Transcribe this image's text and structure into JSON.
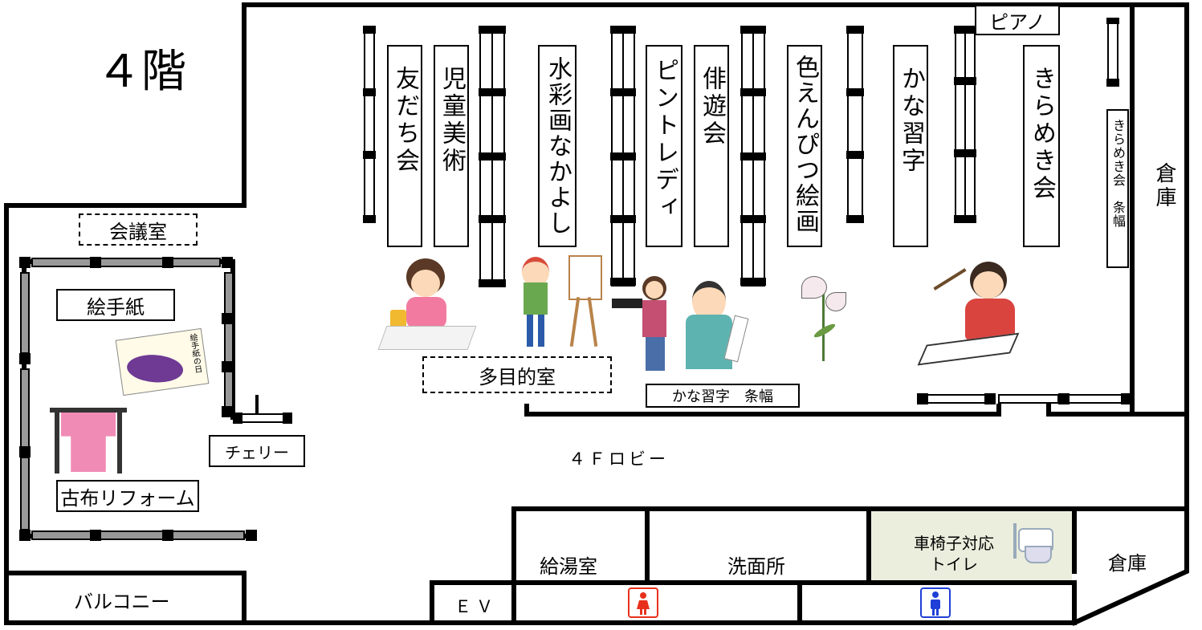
{
  "floor_title": "４階",
  "rooms": {
    "meeting_room": "会議室",
    "multipurpose_room": "多目的室",
    "lobby": "４Ｆロビー",
    "piano": "ピアノ",
    "storage_right": "倉庫",
    "kitchenette": "給湯室",
    "washroom": "洗面所",
    "accessible_toilet": "車椅子対応\nトイレ",
    "storage_bottom": "倉庫",
    "elevator": "ＥＶ",
    "balcony": "バルコニー"
  },
  "meeting_room_groups": {
    "etegami": "絵手紙",
    "old_cloth_reform": "古布リフォーム",
    "cherry": "チェリー",
    "postcard_text": "絵手紙の日"
  },
  "multipurpose_groups": [
    "友だち会",
    "児童美術",
    "水彩画なかよし",
    "ピントレディ",
    "俳遊会",
    "色えんぴつ絵画",
    "かな習字",
    "きらめき会"
  ],
  "small_banners": {
    "kirameki_jofuku": "きらめき会　条幅",
    "kana_jofuku": "かな習字　条幅"
  },
  "toilets": {
    "women_icon": "female-restroom-icon",
    "men_icon": "male-restroom-icon",
    "women_color": "#e8311c",
    "men_color": "#1f3fd6"
  }
}
